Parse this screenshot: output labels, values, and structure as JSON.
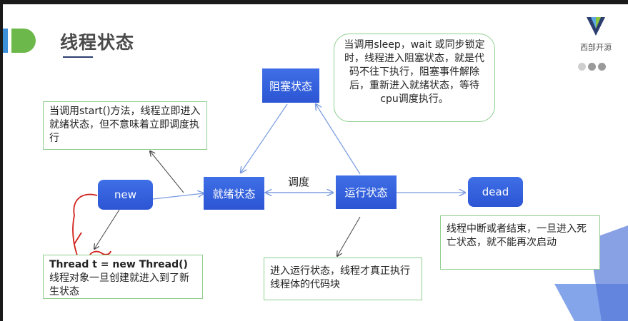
{
  "title": "线程状态",
  "logo_text": "西部开源",
  "colors": {
    "accent_blue": "#2c55d4",
    "accent_green": "#5cb85c",
    "note_border": "#8fce8f",
    "annotation_red": "#d0201a"
  },
  "states": {
    "new": "new",
    "runnable": "就绪状态",
    "running": "运行状态",
    "blocked": "阻塞状态",
    "dead": "dead"
  },
  "edge_label": "调度",
  "notes": {
    "start": "当调用start()方法，线程立即进入就绪状态，但不意味着立即调度执行",
    "blocked": "当调用sleep，wait 或同步锁定时，线程进入阻塞状态，就是代码不往下执行，阻塞事件解除后，重新进入就绪状态，等待cpu调度执行。",
    "new_code": "Thread t = new Thread()",
    "new_desc": "线程对象一旦创建就进入到了新生状态",
    "running": "进入运行状态，线程才真正执行线程体的代码块",
    "dead": "线程中断或者结束，一旦进入死亡状态，就不能再次启动"
  }
}
